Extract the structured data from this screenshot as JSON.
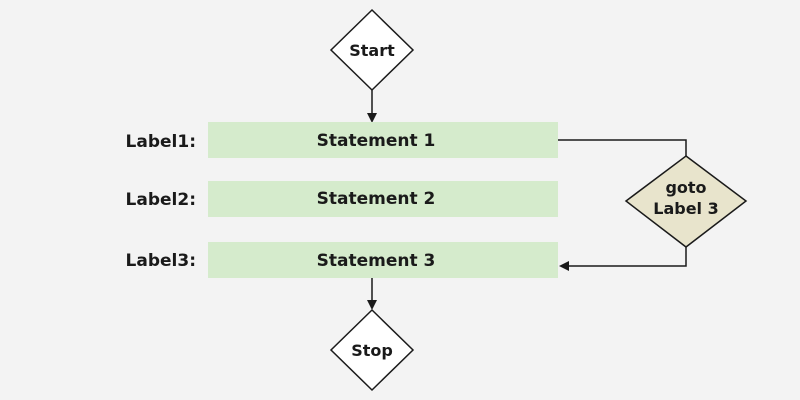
{
  "colors": {
    "background": "#f3f3f3",
    "statement_fill": "#d5ebcc",
    "terminal_fill": "#ffffff",
    "decision_fill": "#e8e4cc",
    "stroke": "#1a1a1a"
  },
  "start": {
    "label": "Start"
  },
  "stop": {
    "label": "Stop"
  },
  "rows": [
    {
      "label": "Label1:",
      "statement": "Statement 1"
    },
    {
      "label": "Label2:",
      "statement": "Statement 2"
    },
    {
      "label": "Label3:",
      "statement": "Statement 3"
    }
  ],
  "decision": {
    "line1": "goto",
    "line2": "Label 3"
  }
}
